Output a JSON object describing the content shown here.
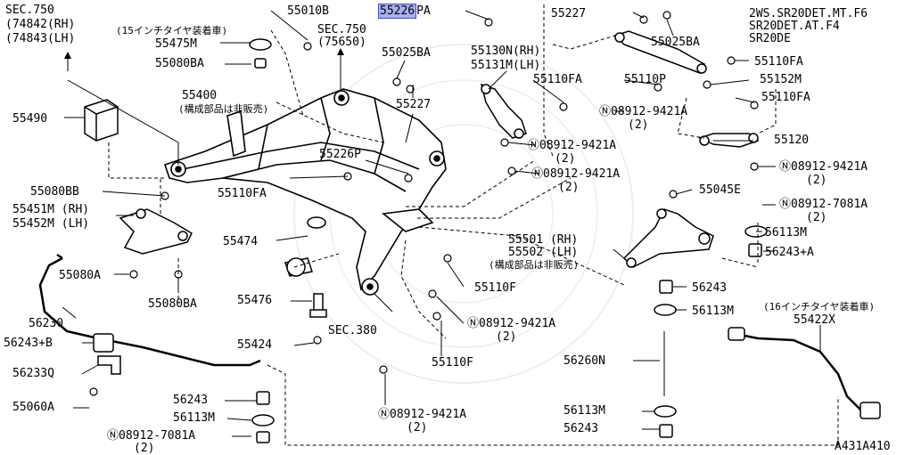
{
  "labels": {
    "sec750_a": "SEC.750",
    "sec750_b": "(74842(RH)",
    "sec750_c": "(74843(LH)",
    "tire15": "(15インチタイヤ装着車)",
    "p55475M": "55475M",
    "p55080BA_1": "55080BA",
    "p55010B": "55010B",
    "p55226PA_num": "55226",
    "p55226PA_suf": "PA",
    "sec750_2a": "SEC.750",
    "sec750_2b": "(75650)",
    "p55025BA_1": "55025BA",
    "p55130N": "55130N(RH)",
    "p55131M": "55131M(LH)",
    "p55110FA_1": "55110FA",
    "p55227_1": "55227",
    "p55025BA_2": "55025BA",
    "p55110FA_2": "55110FA",
    "p55110P": "55110P",
    "p55152M": "55152M",
    "p55110FA_3": "55110FA",
    "spec1": "2WS.SR20DET.MT.F6",
    "spec2": "SR20DET.AT.F4",
    "spec3": "SR20DE",
    "p55400": "55400",
    "p55400_note": "(構成部品は非販売)",
    "p55490": "55490",
    "p55227_2": "55227",
    "p55226P": "55226P",
    "p55080BB": "55080BB",
    "p55451M": "55451M (RH)",
    "p55452M": "55452M (LH)",
    "p55110FA_4": "55110FA",
    "n08912_1": "08912-9421A",
    "n08912_1q": "(2)",
    "n08912_2": "08912-9421A",
    "n08912_2q": "(2)",
    "n08912_3": "08912-9421A",
    "n08912_3q": "(2)",
    "p55120": "55120",
    "n08912_4": "08912-9421A",
    "n08912_4q": "(2)",
    "p55045E": "55045E",
    "n08912_7081_1": "08912-7081A",
    "n08912_7081_1q": "(2)",
    "p56113M_1": "56113M",
    "p56243A": "56243+A",
    "p55474": "55474",
    "p55501": "55501 (RH)",
    "p55502": "55502 (LH)",
    "p55502_note": "(構成部品は非販売)",
    "p55080A": "55080A",
    "p55080BA_2": "55080BA",
    "p55110F_1": "55110F",
    "p56243_1": "56243",
    "p56113M_2": "56113M",
    "tire16": "(16インチタイヤ装着車)",
    "p55422X": "55422X",
    "p55476": "55476",
    "p56230": "56230",
    "sec380": "SEC.380",
    "n08912_5": "08912-9421A",
    "n08912_5q": "(2)",
    "p56243B": "56243+B",
    "p55424": "55424",
    "p55110F_2": "55110F",
    "p56233Q": "56233Q",
    "p56260N": "56260N",
    "p55060A": "55060A",
    "p56243_2": "56243",
    "p56113M_3": "56113M",
    "n08912_7081_2": "08912-7081A",
    "n08912_7081_2q": "(2)",
    "n08912_6": "08912-9421A",
    "n08912_6q": "(2)",
    "p56113M_4": "56113M",
    "p56243_3": "56243",
    "fig_code": "A431A410"
  },
  "highlight_color": "#aab0f0"
}
